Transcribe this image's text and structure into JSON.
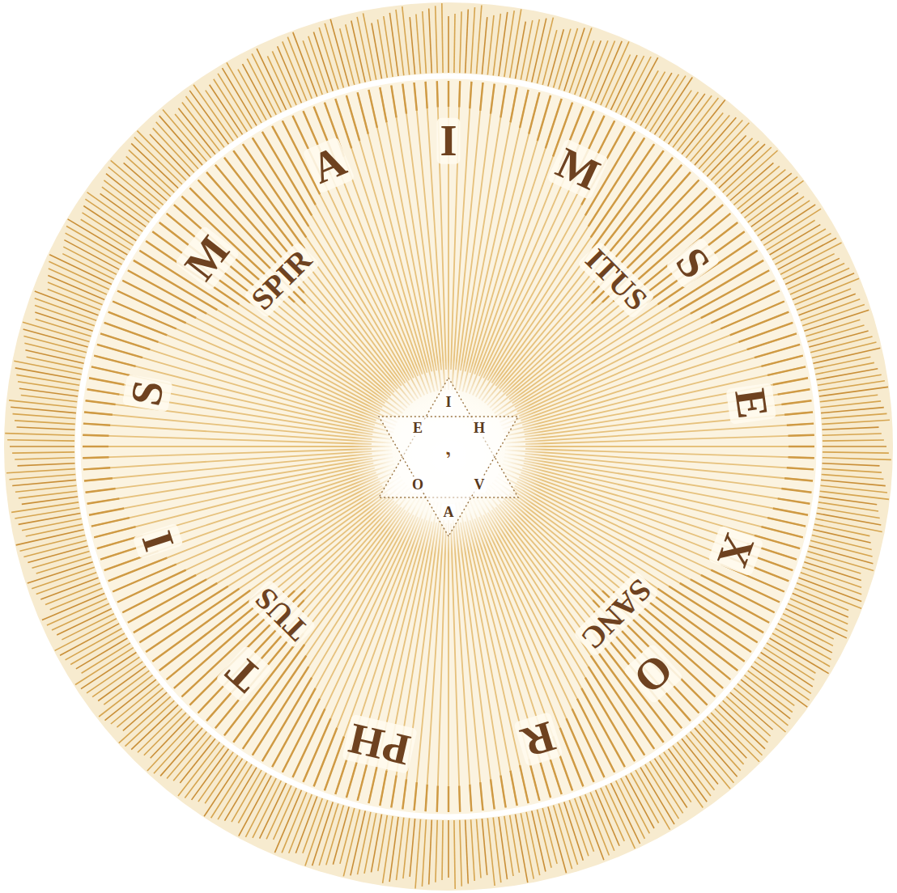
{
  "diagram": {
    "nodes": [
      {
        "text": [
          "I",
          "E",
          "H",
          "O",
          "V",
          "A",
          "י"
        ]
      }
    ],
    "labels": [
      "I",
      "M",
      "S",
      "E",
      "X",
      "O",
      "R",
      "PH",
      "T",
      "I",
      "S",
      "M",
      "A",
      "SPIR",
      "ITUS",
      "SANC",
      "TUS"
    ]
  }
}
